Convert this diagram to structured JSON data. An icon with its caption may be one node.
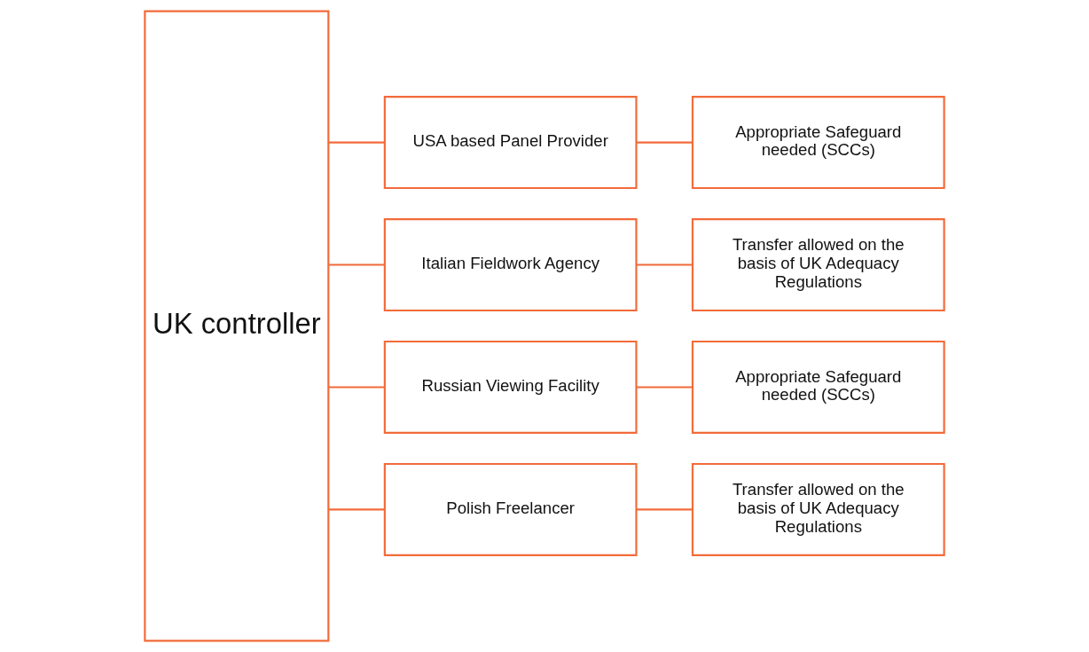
{
  "diagram": {
    "nodes": [
      {
        "text": [
          "UK controller"
        ]
      },
      {
        "text": [
          "USA based Panel Provider"
        ]
      },
      {
        "text": [
          "Italian Fieldwork Agency"
        ]
      },
      {
        "text": [
          "Russian Viewing Facility"
        ]
      },
      {
        "text": [
          "Polish Freelancer"
        ]
      },
      {
        "text": [
          "Appropriate Safeguard needed (SCCs)"
        ]
      },
      {
        "text": [
          "Transfer allowed on the basis of UK Adequacy Regulations"
        ]
      },
      {
        "text": [
          "Appropriate Safeguard needed (SCCs)"
        ]
      },
      {
        "text": [
          "Transfer allowed on the basis of UK Adequacy Regulations"
        ]
      }
    ],
    "edges": [
      {
        "from": 0,
        "to": 1,
        "arrow": "none"
      },
      {
        "from": 0,
        "to": 2,
        "arrow": "none"
      },
      {
        "from": 0,
        "to": 3,
        "arrow": "none"
      },
      {
        "from": 0,
        "to": 4,
        "arrow": "none"
      },
      {
        "from": 1,
        "to": 5,
        "arrow": "none"
      },
      {
        "from": 2,
        "to": 6,
        "arrow": "none"
      },
      {
        "from": 3,
        "to": 7,
        "arrow": "none"
      },
      {
        "from": 4,
        "to": 8,
        "arrow": "none"
      }
    ]
  }
}
